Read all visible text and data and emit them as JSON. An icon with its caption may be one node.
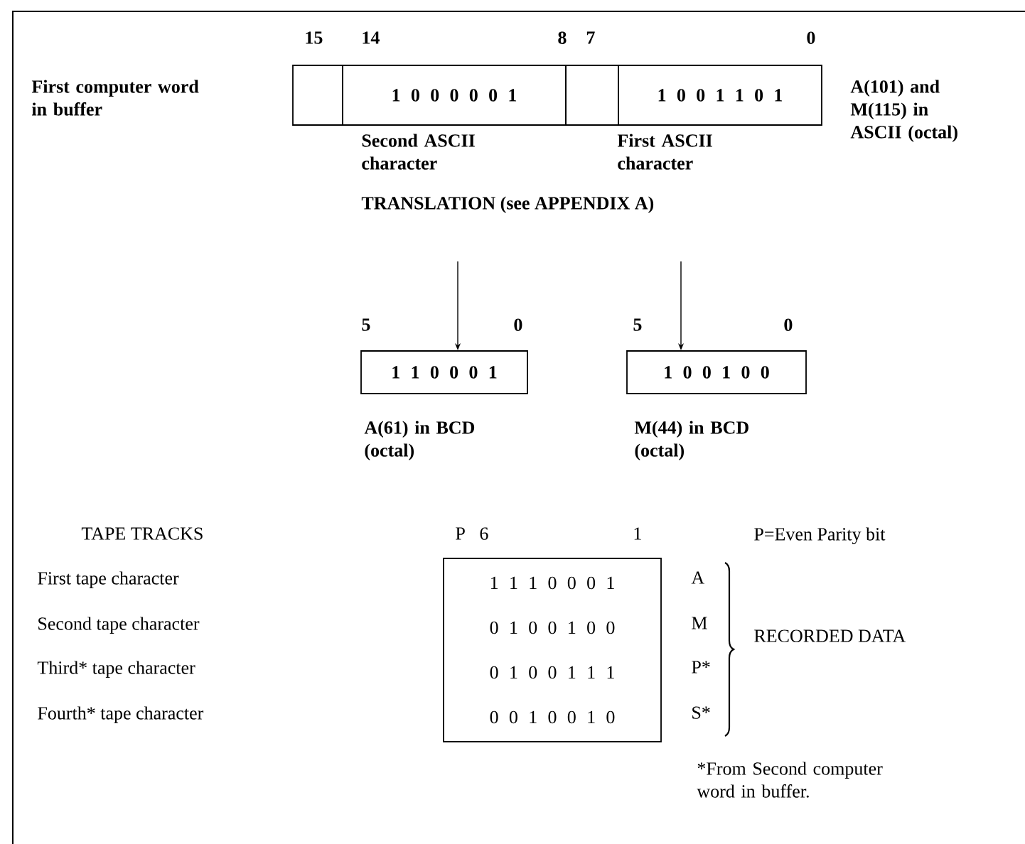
{
  "diagram": {
    "nodes": [
      {
        "text": [],
        "shape": "box"
      },
      {
        "text": [
          "1 0 0 0 0 0 1"
        ]
      },
      {
        "text": [],
        "shape": "box"
      },
      {
        "text": [
          "1 0 0 1 1 0 1"
        ]
      },
      {
        "text": [
          "1 1 0 0 0 1"
        ]
      },
      {
        "text": [
          "1 0 0 1 0 0"
        ]
      },
      {
        "text": [
          "1 1 1 0 0 0 1",
          "0 1 0 0 1 0 0",
          "0 1 0 0 1 1 1",
          "0 0 1 0 0 1 0"
        ]
      }
    ],
    "edges": [
      {
        "from": null,
        "to": 4,
        "arrow": "to"
      },
      {
        "from": null,
        "to": 5,
        "arrow": "to"
      }
    ],
    "labels": [
      "15",
      "14",
      "8",
      "7",
      "0",
      "First computer word in buffer",
      "A(101) and M(115) in ASCII (octal)",
      "Second ASCII character",
      "First ASCII character",
      "TRANSLATION (see APPENDIX A)",
      "5",
      "0",
      "5",
      "0",
      "A(61) in BCD (octal)",
      "M(44) in BCD (octal)",
      "TAPE TRACKS",
      "P",
      "6",
      "1",
      "P=Even Parity bit",
      "First tape character",
      "A",
      "Second tape character",
      "M",
      "Third* tape character",
      "P*",
      "Fourth* tape character",
      "S*",
      "RECORDED DATA",
      "*From Second computer word in buffer."
    ]
  }
}
